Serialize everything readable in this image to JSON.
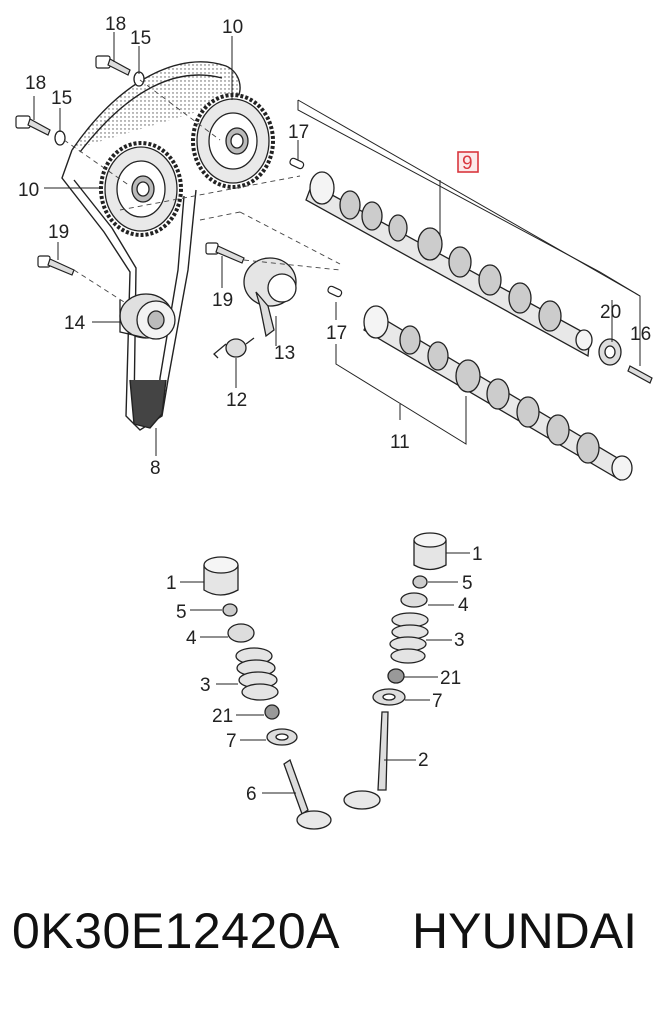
{
  "diagram": {
    "callouts": {
      "c18a": "18",
      "c15a": "15",
      "c10a": "10",
      "c18b": "18",
      "c15b": "15",
      "c10b": "10",
      "c17a": "17",
      "c9": "9",
      "c19a": "19",
      "c19b": "19",
      "c14": "14",
      "c13": "13",
      "c12": "12",
      "c8": "8",
      "c17b": "17",
      "c11": "11",
      "c20": "20",
      "c16": "16",
      "l1": "1",
      "l5": "5",
      "l4": "4",
      "l3": "3",
      "l21": "21",
      "l7": "7",
      "l6": "6",
      "r1": "1",
      "r5": "5",
      "r4": "4",
      "r3": "3",
      "r21": "21",
      "r7": "7",
      "r2": "2"
    },
    "highlight_color": "#d9363e"
  },
  "caption": {
    "part_number": "0K30E12420A",
    "brand": "HYUNDAI"
  }
}
